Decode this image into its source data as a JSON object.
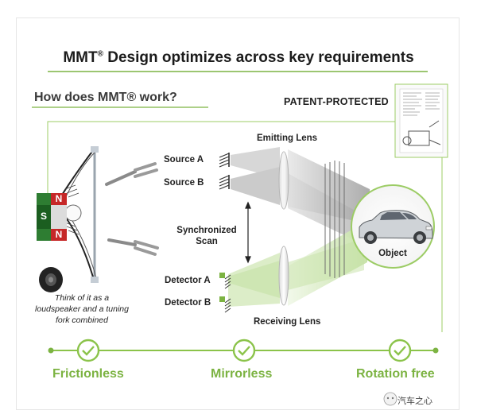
{
  "title": {
    "text": "MMT",
    "superscript": "®",
    "rest": " Design optimizes across key requirements"
  },
  "subtitle": "How does MMT® work?",
  "patent_label": "PATENT-PROTECTED",
  "diagram": {
    "emitting_lens": "Emitting Lens",
    "receiving_lens": "Receiving Lens",
    "source_a": "Source A",
    "source_b": "Source B",
    "sync_scan_line1": "Synchronized",
    "sync_scan_line2": "Scan",
    "detector_a": "Detector A",
    "detector_b": "Detector B",
    "object": "Object",
    "magnet_letters": [
      "N",
      "S",
      "N"
    ],
    "caption": "Think of it as a loudspeaker and a tuning fork combined"
  },
  "benefits": [
    "Frictionless",
    "Mirrorless",
    "Rotation free"
  ],
  "watermark": "汽车之心",
  "colors": {
    "accent_green": "#7cb342",
    "title_rule": "#7cb342",
    "beam_gray": "#c8c8c8"
  }
}
